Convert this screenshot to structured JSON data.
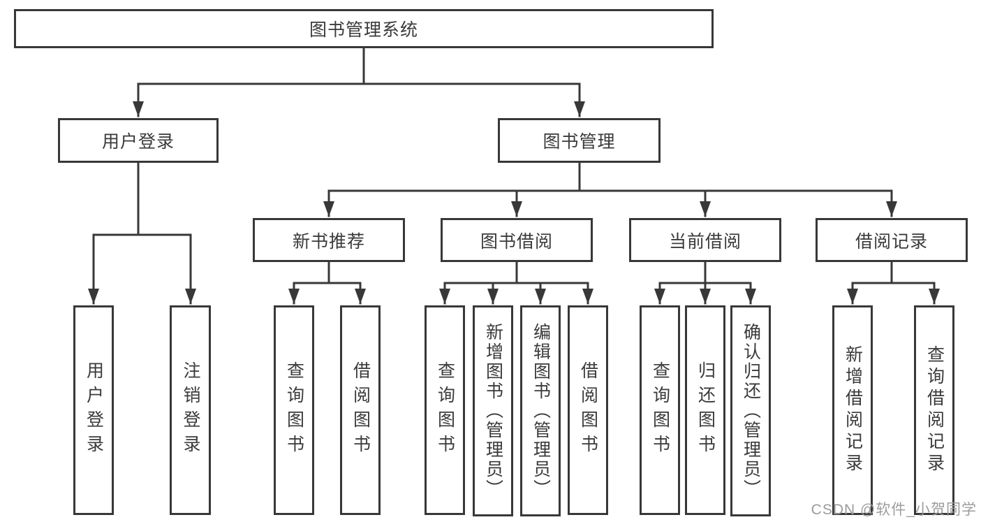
{
  "diagram": {
    "root": {
      "label": "图书管理系统"
    },
    "branches": [
      {
        "label": "用户登录",
        "children": [
          "用户登录",
          "注销登录"
        ]
      },
      {
        "label": "图书管理"
      }
    ],
    "modules": [
      {
        "label": "新书推荐",
        "children": [
          "查询图书",
          "借阅图书"
        ]
      },
      {
        "label": "图书借阅",
        "children": [
          "查询图书",
          "新增图书（管理员）",
          "编辑图书（管理员）",
          "借阅图书"
        ]
      },
      {
        "label": "当前借阅",
        "children": [
          "查询图书",
          "归还图书",
          "确认归还（管理员）"
        ]
      },
      {
        "label": "借阅记录",
        "children": [
          "新增借阅记录",
          "查询借阅记录"
        ]
      }
    ],
    "watermark": "CSDN @软件_小贺同学"
  },
  "colors": {
    "line": "#383838",
    "text": "#3a3a3a",
    "watermark": "#9c9c9c",
    "background": "#ffffff"
  }
}
